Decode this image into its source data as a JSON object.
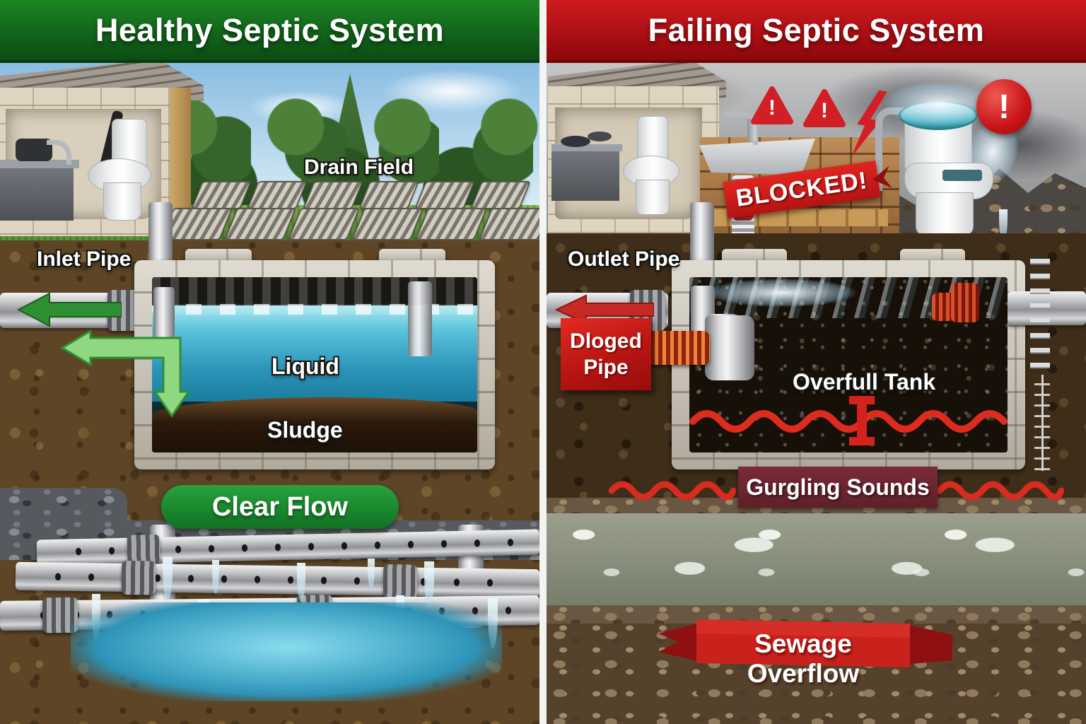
{
  "healthy": {
    "title": "Healthy Septic System",
    "labels": {
      "drain_field": "Drain Field",
      "inlet_pipe": "Inlet Pipe",
      "liquid": "Liquid",
      "sludge": "Sludge",
      "clear_flow": "Clear Flow"
    },
    "colors": {
      "header_green": "#15751b",
      "flow_badge_green": "#1e8c2e",
      "flow_arrow_green": "#8fd881"
    }
  },
  "failing": {
    "title": "Failing Septic System",
    "labels": {
      "blocked": "BLOCKED!",
      "outlet_pipe": "Outlet Pipe",
      "clogged_pipe_line1": "Dloged",
      "clogged_pipe_line2": "Pipe",
      "overfull_tank": "Overfull Tank",
      "gurgling_sounds": "Gurgling Sounds",
      "sewage_overflow": "Sewage Overflow"
    },
    "icons": {
      "warning_triangle_glyph": "!",
      "alert_circle_glyph": "!"
    },
    "colors": {
      "header_red": "#b6151a",
      "alert_red": "#cf1d22",
      "warning_box_red": "#c8201d",
      "gurgling_maroon": "#6d2531"
    }
  }
}
